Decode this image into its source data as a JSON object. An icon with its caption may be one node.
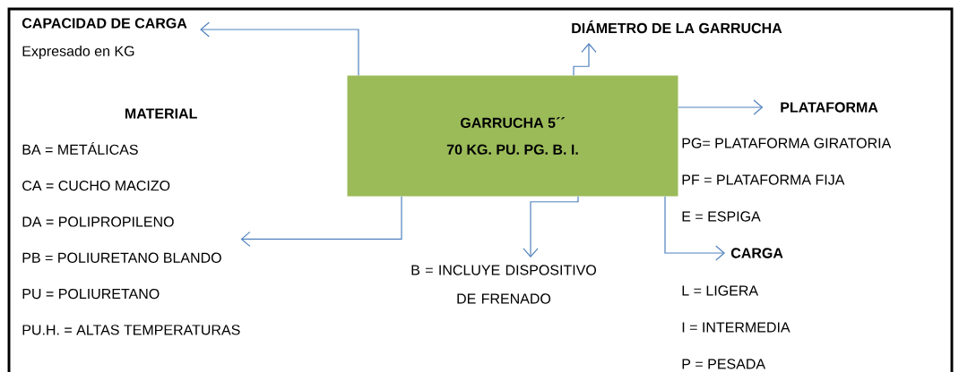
{
  "diagram": {
    "nodes": [
      {
        "text": [
          "GARRUCHA 5´´",
          "70 KG. PU. PG. B. I."
        ]
      },
      {
        "text": [
          "CAPACIDAD DE CARGA",
          "Expresado en KG"
        ]
      },
      {
        "text": [
          "DIÁMETRO DE LA GARRUCHA"
        ]
      },
      {
        "text": [
          "MATERIAL",
          "BA = METÁLICAS",
          "CA = CUCHO MACIZO",
          "DA = POLIPROPILENO",
          "PB = POLIURETANO BLANDO",
          "PU = POLIURETANO",
          "PU.H. = ALTAS TEMPERATURAS"
        ]
      },
      {
        "text": [
          "PLATAFORMA"
        ]
      },
      {
        "text": [
          "CARGA"
        ]
      },
      {
        "text": [
          "B = INCLUYE DISPOSITIVO DE FRENADO"
        ]
      }
    ],
    "edges": [
      {
        "from": 0,
        "to": 1,
        "arrow": "to"
      },
      {
        "from": 0,
        "to": 2,
        "arrow": "to"
      },
      {
        "from": 0,
        "to": 3,
        "arrow": "to"
      },
      {
        "from": 0,
        "to": 4,
        "arrow": "to"
      },
      {
        "from": 0,
        "to": 5,
        "arrow": "to"
      },
      {
        "from": 0,
        "to": 6,
        "arrow": "to"
      }
    ],
    "labels": [
      "PG= PLATAFORMA GIRATORIA",
      "PF = PLATAFORMA FIJA",
      "E = ESPIGA",
      "L = LIGERA",
      "I = INTERMEDIA",
      "P = PESADA"
    ]
  }
}
